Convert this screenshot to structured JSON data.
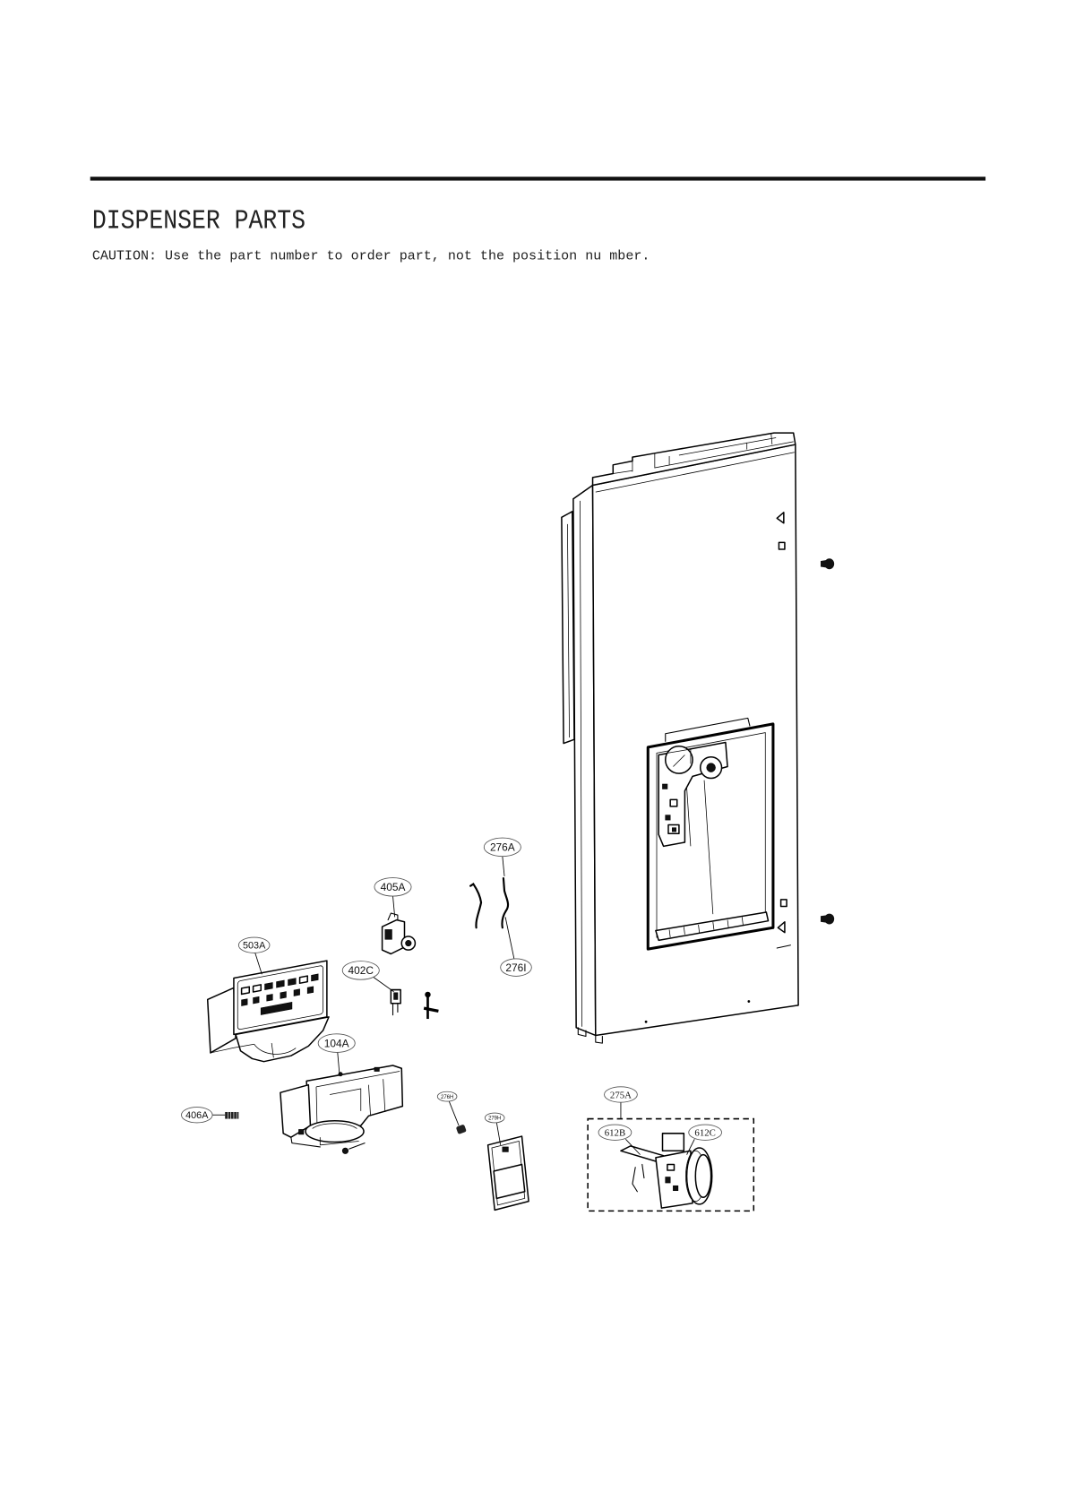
{
  "page": {
    "title": "DISPENSER PARTS",
    "caution": "CAUTION: Use the part number to order part, not the position nu mber."
  },
  "callouts": {
    "p276A": "276A",
    "p405A": "405A",
    "p503A": "503A",
    "p402C": "402C",
    "p276I": "276I",
    "p104A": "104A",
    "p406A": "406A",
    "p276H": "276H",
    "p279H": "279H",
    "p275A": "275A",
    "p612B": "612B",
    "p612C": "612C"
  }
}
